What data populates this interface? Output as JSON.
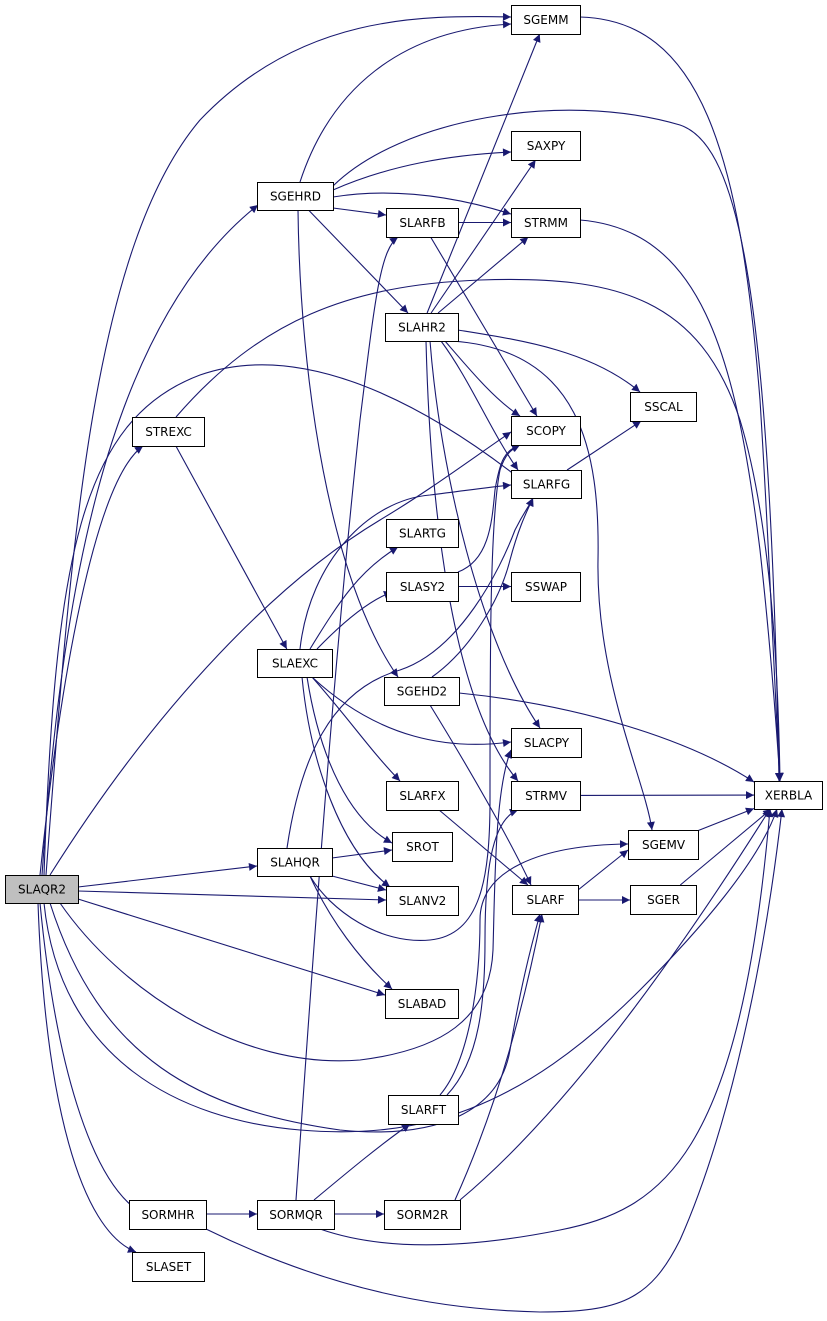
{
  "diagram": {
    "colors": {
      "edge": "#191970",
      "node_border": "#000000",
      "node_fill": "#ffffff",
      "root_fill": "#bfbfbf"
    },
    "nodes": [
      {
        "id": "SLAQR2",
        "label": "SLAQR2",
        "root": true
      },
      {
        "id": "SGEMM",
        "label": "SGEMM"
      },
      {
        "id": "SAXPY",
        "label": "SAXPY"
      },
      {
        "id": "SGEHRD",
        "label": "SGEHRD"
      },
      {
        "id": "SLARFB",
        "label": "SLARFB"
      },
      {
        "id": "STRMM",
        "label": "STRMM"
      },
      {
        "id": "SLAHR2",
        "label": "SLAHR2"
      },
      {
        "id": "SSCAL",
        "label": "SSCAL"
      },
      {
        "id": "STREXC",
        "label": "STREXC"
      },
      {
        "id": "SCOPY",
        "label": "SCOPY"
      },
      {
        "id": "SLARFG",
        "label": "SLARFG"
      },
      {
        "id": "SLARTG",
        "label": "SLARTG"
      },
      {
        "id": "SLASY2",
        "label": "SLASY2"
      },
      {
        "id": "SSWAP",
        "label": "SSWAP"
      },
      {
        "id": "SLAEXC",
        "label": "SLAEXC"
      },
      {
        "id": "SGEHD2",
        "label": "SGEHD2"
      },
      {
        "id": "SLACPY",
        "label": "SLACPY"
      },
      {
        "id": "SLARFX",
        "label": "SLARFX"
      },
      {
        "id": "STRMV",
        "label": "STRMV"
      },
      {
        "id": "XERBLA",
        "label": "XERBLA"
      },
      {
        "id": "SGEMV",
        "label": "SGEMV"
      },
      {
        "id": "SLAHQR",
        "label": "SLAHQR"
      },
      {
        "id": "SROT",
        "label": "SROT"
      },
      {
        "id": "SLANV2",
        "label": "SLANV2"
      },
      {
        "id": "SLARF",
        "label": "SLARF"
      },
      {
        "id": "SGER",
        "label": "SGER"
      },
      {
        "id": "SLABAD",
        "label": "SLABAD"
      },
      {
        "id": "SLARFT",
        "label": "SLARFT"
      },
      {
        "id": "SORMHR",
        "label": "SORMHR"
      },
      {
        "id": "SORMQR",
        "label": "SORMQR"
      },
      {
        "id": "SORM2R",
        "label": "SORM2R"
      },
      {
        "id": "SLASET",
        "label": "SLASET"
      }
    ],
    "edges": [
      [
        "SLAQR2",
        "SGEMM"
      ],
      [
        "SLAQR2",
        "SGEHRD"
      ],
      [
        "SLAQR2",
        "STREXC"
      ],
      [
        "SLAQR2",
        "SLARFG"
      ],
      [
        "SLAQR2",
        "SCOPY"
      ],
      [
        "SLAQR2",
        "SLAHQR"
      ],
      [
        "SLAQR2",
        "SLANV2"
      ],
      [
        "SLAQR2",
        "SLABAD"
      ],
      [
        "SLAQR2",
        "SLACPY"
      ],
      [
        "SLAQR2",
        "SLARF"
      ],
      [
        "SLAQR2",
        "XERBLA"
      ],
      [
        "SLAQR2",
        "SORMHR"
      ],
      [
        "SLAQR2",
        "SLASET"
      ],
      [
        "SGEHRD",
        "SGEMM"
      ],
      [
        "SGEHRD",
        "SAXPY"
      ],
      [
        "SGEHRD",
        "STRMM"
      ],
      [
        "SGEHRD",
        "SLARFB"
      ],
      [
        "SGEHRD",
        "SLAHR2"
      ],
      [
        "SGEHRD",
        "SGEHD2"
      ],
      [
        "SGEHRD",
        "XERBLA"
      ],
      [
        "SLARFB",
        "STRMM"
      ],
      [
        "SLARFB",
        "SCOPY"
      ],
      [
        "SLAHR2",
        "SGEMM"
      ],
      [
        "SLAHR2",
        "SAXPY"
      ],
      [
        "SLAHR2",
        "STRMM"
      ],
      [
        "SLAHR2",
        "SSCAL"
      ],
      [
        "SLAHR2",
        "SCOPY"
      ],
      [
        "SLAHR2",
        "SLARFG"
      ],
      [
        "SLAHR2",
        "SLACPY"
      ],
      [
        "SLAHR2",
        "STRMV"
      ],
      [
        "SLAHR2",
        "SGEMV"
      ],
      [
        "STREXC",
        "SLAEXC"
      ],
      [
        "STREXC",
        "XERBLA"
      ],
      [
        "SLARFG",
        "SSCAL"
      ],
      [
        "SLASY2",
        "SSWAP"
      ],
      [
        "SLASY2",
        "SCOPY"
      ],
      [
        "SLAEXC",
        "SLARTG"
      ],
      [
        "SLAEXC",
        "SLASY2"
      ],
      [
        "SLAEXC",
        "SLARFG"
      ],
      [
        "SLAEXC",
        "SLACPY"
      ],
      [
        "SLAEXC",
        "SLARFX"
      ],
      [
        "SLAEXC",
        "SROT"
      ],
      [
        "SLAEXC",
        "SLANV2"
      ],
      [
        "SGEHD2",
        "SLARFG"
      ],
      [
        "SGEHD2",
        "SLARF"
      ],
      [
        "SGEHD2",
        "XERBLA"
      ],
      [
        "SLARFX",
        "SLARF"
      ],
      [
        "STRMV",
        "XERBLA"
      ],
      [
        "SGEMV",
        "XERBLA"
      ],
      [
        "SLAHQR",
        "SLARFG"
      ],
      [
        "SLAHQR",
        "SROT"
      ],
      [
        "SLAHQR",
        "SLANV2"
      ],
      [
        "SLAHQR",
        "SLABAD"
      ],
      [
        "SLAHQR",
        "SCOPY"
      ],
      [
        "SLARF",
        "SGEMV"
      ],
      [
        "SLARF",
        "SGER"
      ],
      [
        "SGER",
        "XERBLA"
      ],
      [
        "SLARFT",
        "STRMV"
      ],
      [
        "SLARFT",
        "SGEMV"
      ],
      [
        "SORMHR",
        "SORMQR"
      ],
      [
        "SORMHR",
        "XERBLA"
      ],
      [
        "SORMQR",
        "SLARFB"
      ],
      [
        "SORMQR",
        "SLARFT"
      ],
      [
        "SORMQR",
        "SORM2R"
      ],
      [
        "SORMQR",
        "XERBLA"
      ],
      [
        "SORM2R",
        "SLARF"
      ],
      [
        "SORM2R",
        "XERBLA"
      ],
      [
        "SGEMM",
        "XERBLA"
      ],
      [
        "STRMM",
        "XERBLA"
      ]
    ]
  }
}
